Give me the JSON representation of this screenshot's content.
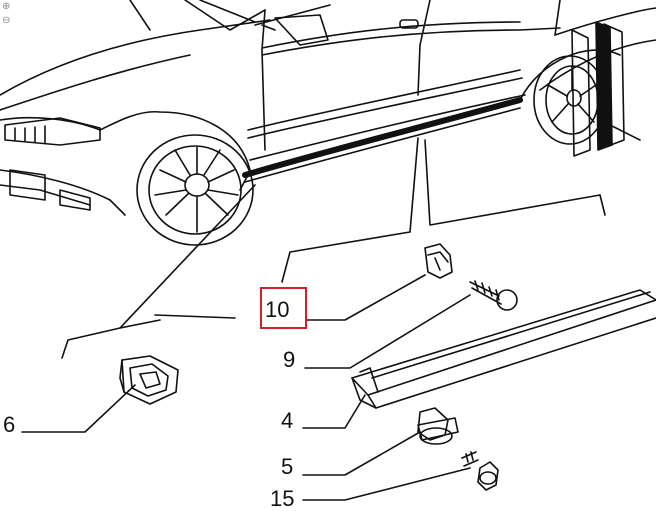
{
  "toolbar": {
    "zoom_in": "⊕",
    "zoom_out": "⊖"
  },
  "callouts": {
    "part_10": "10",
    "part_9": "9",
    "part_4": "4",
    "part_5": "5",
    "part_15": "15",
    "part_6": "6"
  },
  "colors": {
    "line": "#111111",
    "highlight": "#d0202a",
    "background": "#ffffff"
  }
}
